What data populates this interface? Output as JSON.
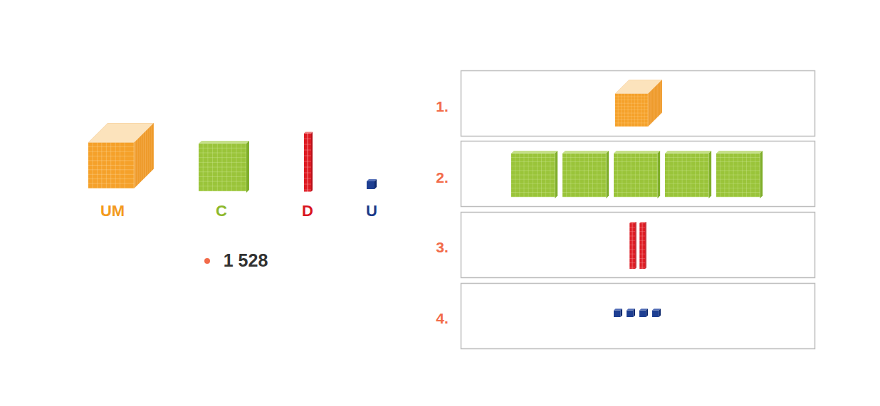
{
  "diagram": {
    "labels": [
      "UM",
      "C",
      "D",
      "U",
      "1 528",
      "1.",
      "2.",
      "3.",
      "4."
    ]
  }
}
